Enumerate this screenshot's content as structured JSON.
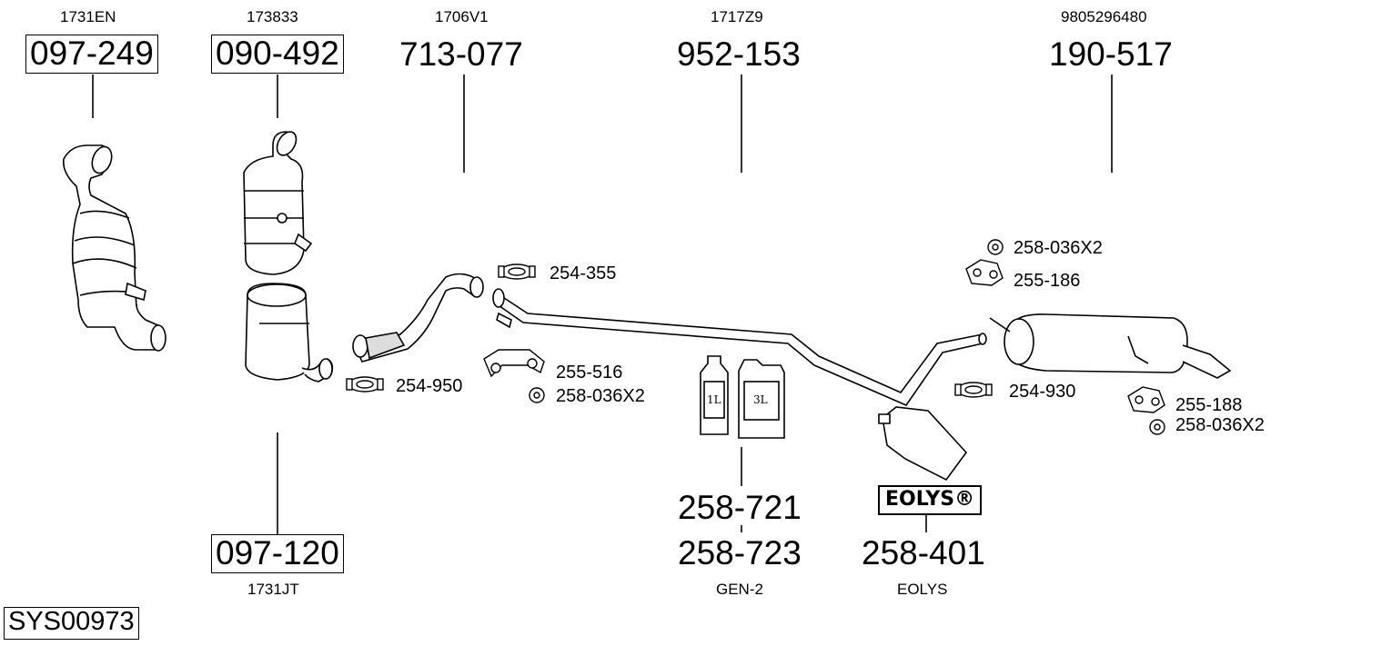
{
  "system_code": "SYS00973",
  "parts": [
    {
      "id": "p1",
      "oem": "1731EN",
      "number": "097-249"
    },
    {
      "id": "p2",
      "oem": "173833",
      "number": "090-492"
    },
    {
      "id": "p3",
      "oem": "1706V1",
      "number": "713-077"
    },
    {
      "id": "p4",
      "oem": "1717Z9",
      "number": "952-153"
    },
    {
      "id": "p5",
      "oem": "9805296480",
      "number": "190-517"
    },
    {
      "id": "p6",
      "oem": "1731JT",
      "number": "097-120"
    },
    {
      "id": "p7",
      "oem": "GEN-2",
      "number": "258-721",
      "number2": "258-723"
    },
    {
      "id": "p8",
      "oem": "EOLYS",
      "number": "258-401"
    }
  ],
  "callouts": {
    "c1": "254-355",
    "c2": "254-950",
    "c3": "255-516",
    "c4": "258-036X2",
    "c5": "258-036X2",
    "c6": "255-186",
    "c7": "254-930",
    "c8": "255-188",
    "c9": "258-036X2"
  },
  "containers": {
    "small": "1L",
    "large": "3L"
  },
  "eolys_logo": "EOLYS®"
}
